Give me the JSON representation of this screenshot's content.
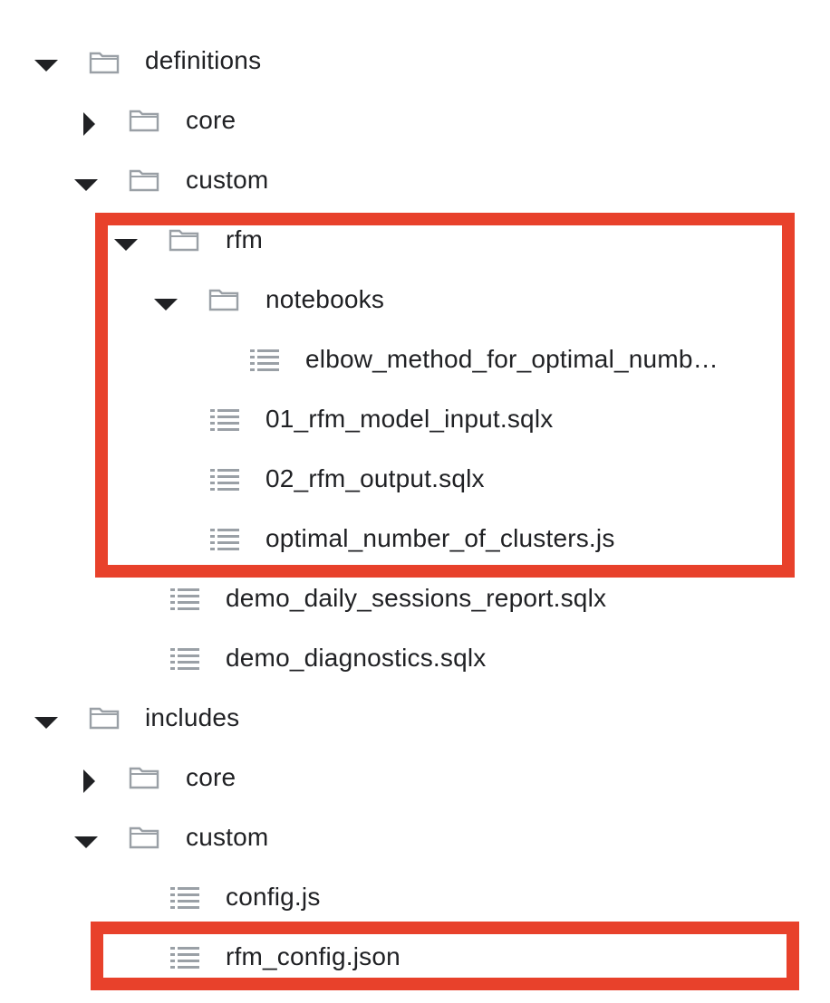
{
  "highlight_color": "#e8412b",
  "tree": {
    "definitions": "definitions",
    "definitions_core": "core",
    "definitions_custom": "custom",
    "rfm": "rfm",
    "notebooks": "notebooks",
    "elbow_notebook": "elbow_method_for_optimal_numb…",
    "rfm_model_input": "01_rfm_model_input.sqlx",
    "rfm_output": "02_rfm_output.sqlx",
    "optimal_clusters": "optimal_number_of_clusters.js",
    "daily_sessions": "demo_daily_sessions_report.sqlx",
    "diagnostics": "demo_diagnostics.sqlx",
    "includes": "includes",
    "includes_core": "core",
    "includes_custom": "custom",
    "config": "config.js",
    "rfm_config": "rfm_config.json"
  },
  "icons": {
    "expanded": "caret-down-icon",
    "collapsed": "caret-right-icon",
    "folder": "folder-icon",
    "file": "file-list-icon"
  }
}
